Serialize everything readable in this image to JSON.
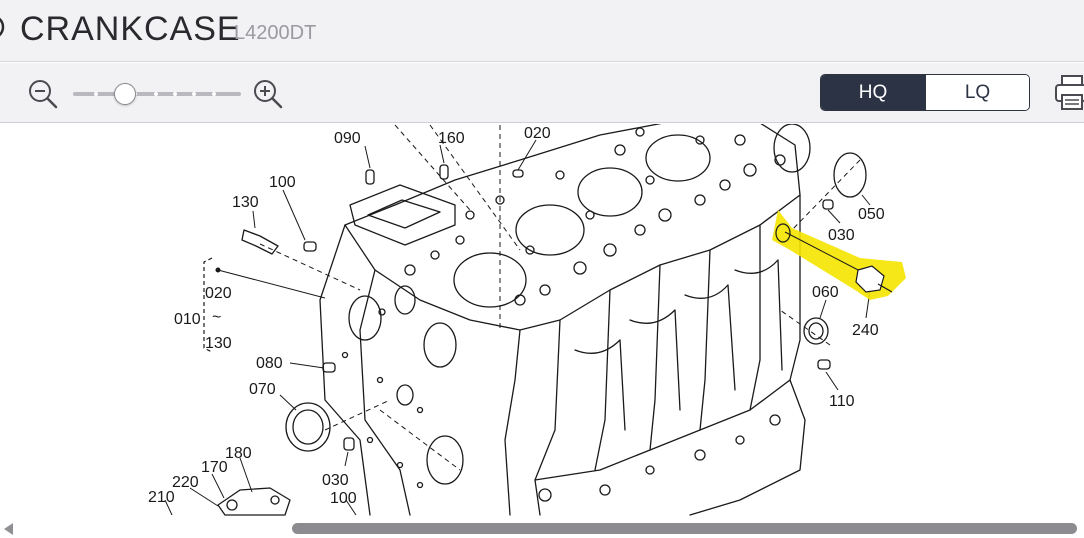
{
  "header": {
    "title": "CRANKCASE",
    "model": "L4200DT"
  },
  "toolbar": {
    "zoom_out_icon": "zoom-out-icon",
    "zoom_in_icon": "zoom-in-icon",
    "zoom_level_fraction": 0.28,
    "quality_options": [
      {
        "label": "HQ",
        "selected": true
      },
      {
        "label": "LQ",
        "selected": false
      }
    ],
    "print_icon": "print-icon"
  },
  "diagram": {
    "highlight_color": "#f5e400",
    "highlighted_part": "240",
    "callouts": {
      "c090": "090",
      "c160": "160",
      "c020_top": "020",
      "c100_top": "100",
      "c130": "130",
      "c050": "050",
      "c030_right": "030",
      "c020_left": "020",
      "c010": "010",
      "c130_left": "130",
      "c060": "060",
      "c240": "240",
      "c080": "080",
      "c070": "070",
      "c110": "110",
      "c180": "180",
      "c170": "170",
      "c220": "220",
      "c210": "210",
      "c030_bottom": "030",
      "c100_bottom": "100"
    }
  },
  "scrollbar": {
    "position_fraction": 0.27
  }
}
